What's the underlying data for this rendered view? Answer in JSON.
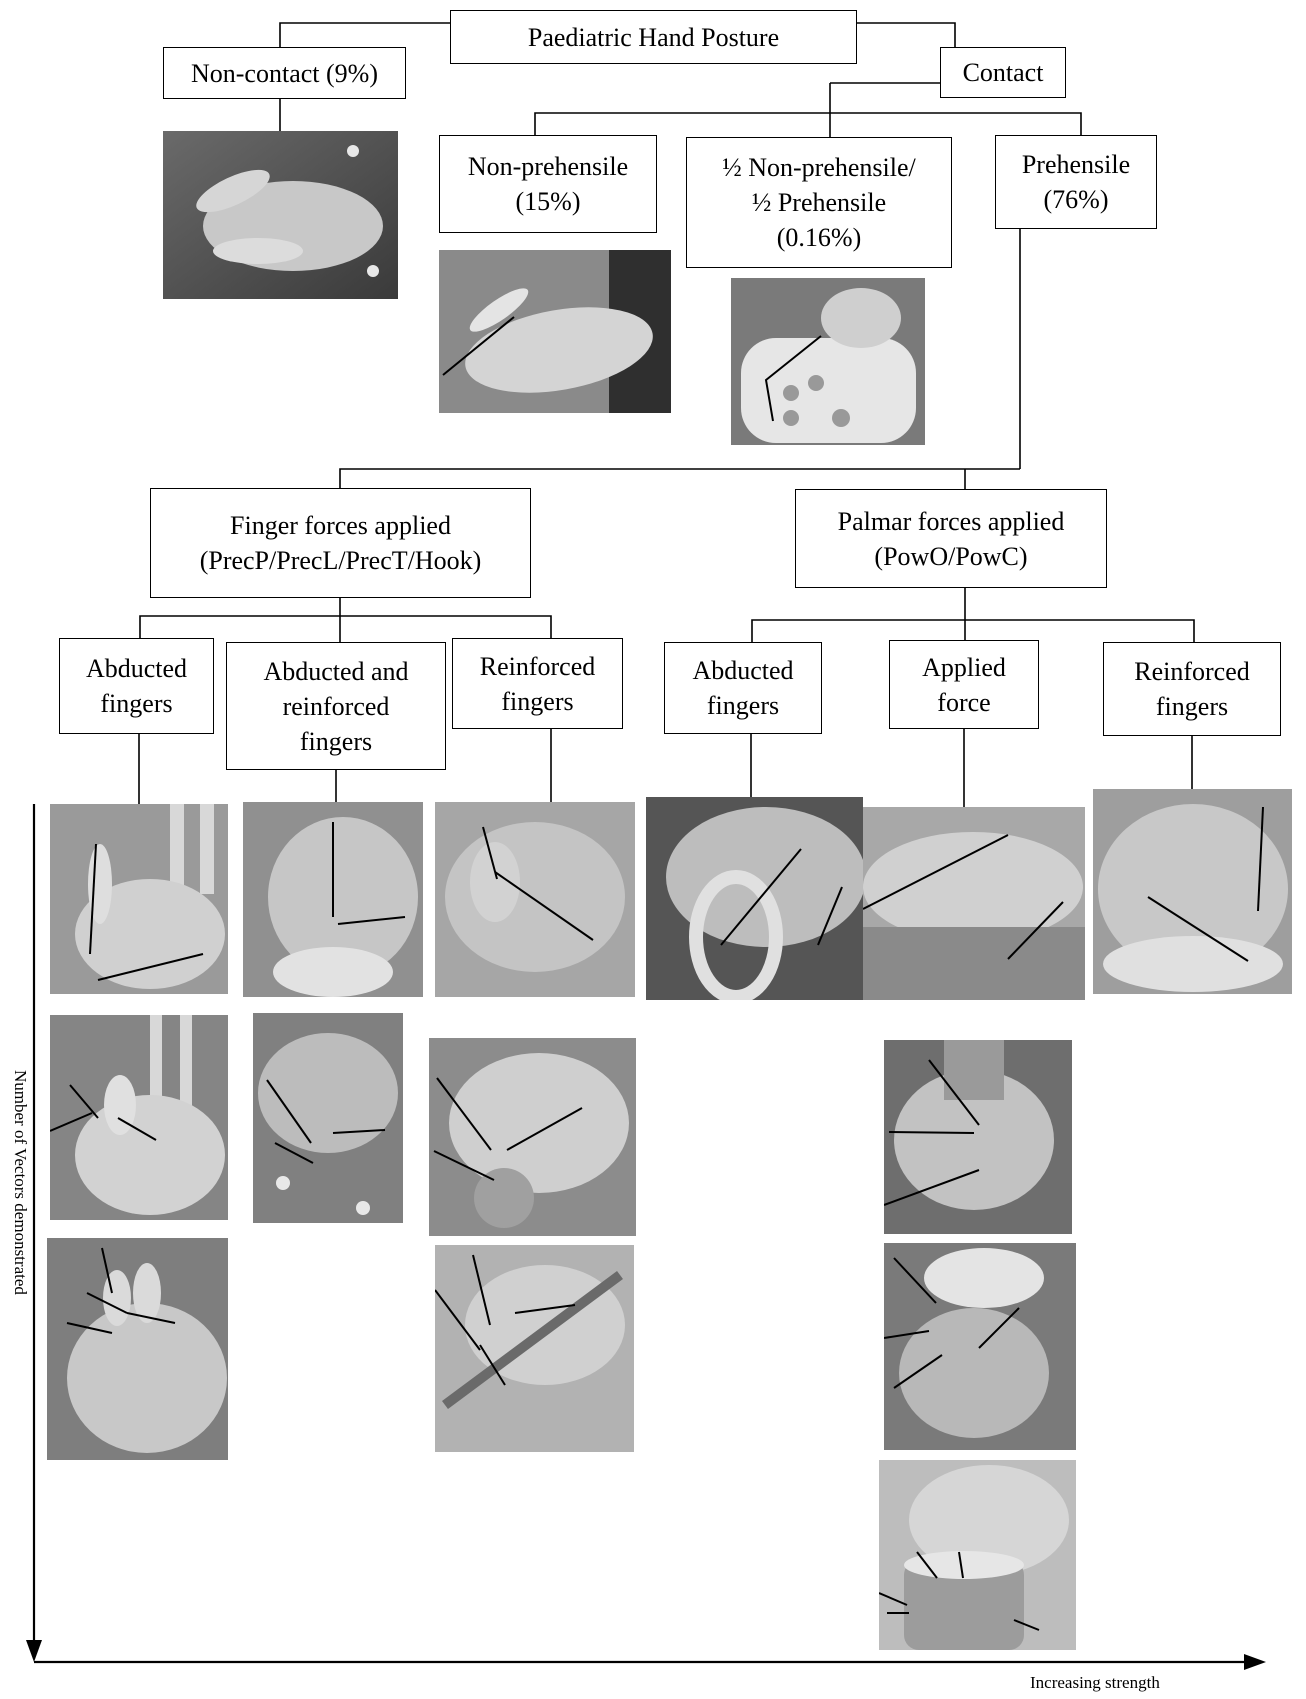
{
  "root": {
    "label": "Paediatric Hand Posture"
  },
  "non_contact": {
    "label": "Non-contact (9%)"
  },
  "contact": {
    "label": "Contact"
  },
  "non_prehensile": {
    "line1": "Non-prehensile",
    "line2": "(15%)"
  },
  "half": {
    "line1": "½ Non-prehensile/",
    "line2": "½ Prehensile",
    "line3": "(0.16%)"
  },
  "prehensile": {
    "line1": "Prehensile",
    "line2": "(76%)"
  },
  "finger_forces": {
    "line1": "Finger forces applied",
    "line2": "(PrecP/PrecL/PrecT/Hook)"
  },
  "palmar_forces": {
    "line1": "Palmar forces applied",
    "line2": "(PowO/PowC)"
  },
  "finger_abducted": {
    "line1": "Abducted",
    "line2": "fingers"
  },
  "finger_abducted_reinforced": {
    "line1": "Abducted and",
    "line2": "reinforced",
    "line3": "fingers"
  },
  "finger_reinforced": {
    "line1": "Reinforced",
    "line2": "fingers"
  },
  "palmar_abducted": {
    "line1": "Abducted",
    "line2": "fingers"
  },
  "palmar_applied": {
    "line1": "Applied",
    "line2": "force"
  },
  "palmar_reinforced": {
    "line1": "Reinforced",
    "line2": "fingers"
  },
  "axes": {
    "y_label": "Number of Vectors demonstrated",
    "x_label": "Increasing strength"
  }
}
